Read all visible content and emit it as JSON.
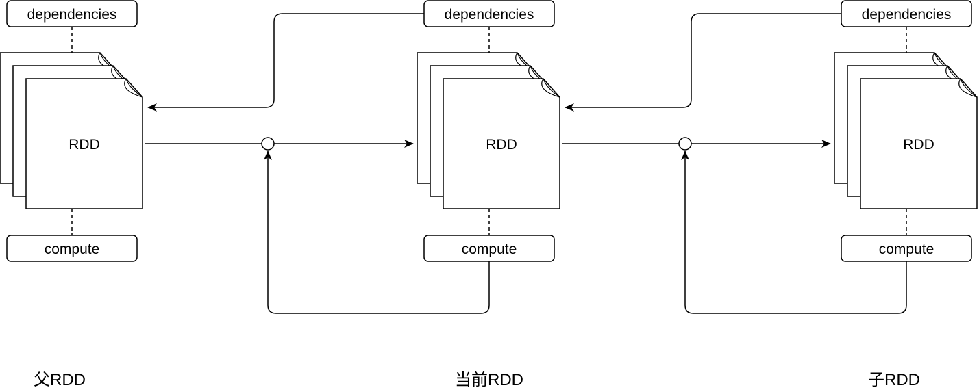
{
  "labels": {
    "dependencies": "dependencies",
    "compute": "compute",
    "rdd": "RDD"
  },
  "captions": {
    "parent": "父RDD",
    "current": "当前RDD",
    "child": "子RDD"
  },
  "colors": {
    "stroke": "#000000",
    "background": "#ffffff"
  }
}
